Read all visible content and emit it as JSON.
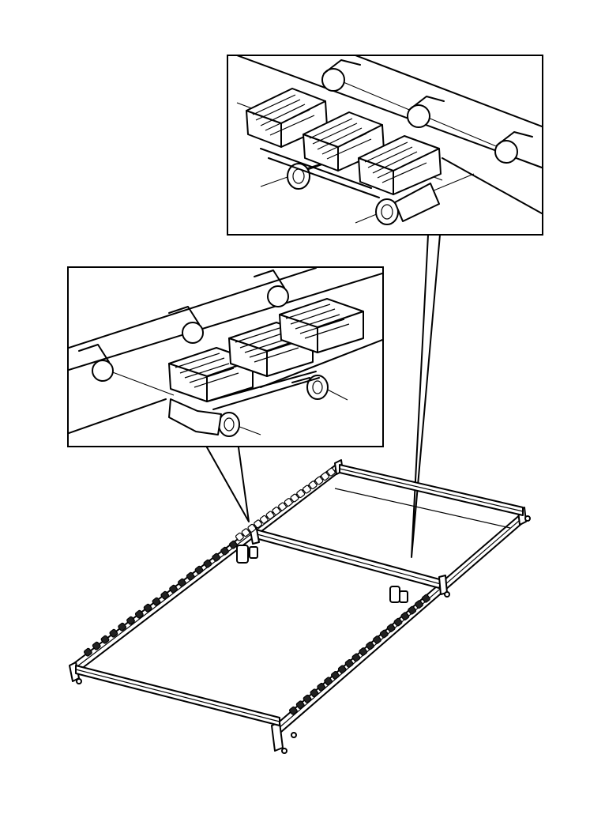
{
  "figure": {
    "line_color": "#000000",
    "background": "#ffffff",
    "parts": {
      "detail_top": "detail-callout-rear-crossbar",
      "detail_left": "detail-callout-side-rail",
      "frame": "bed-slat-frame",
      "clip_icon": "slat-clip-icon"
    }
  }
}
